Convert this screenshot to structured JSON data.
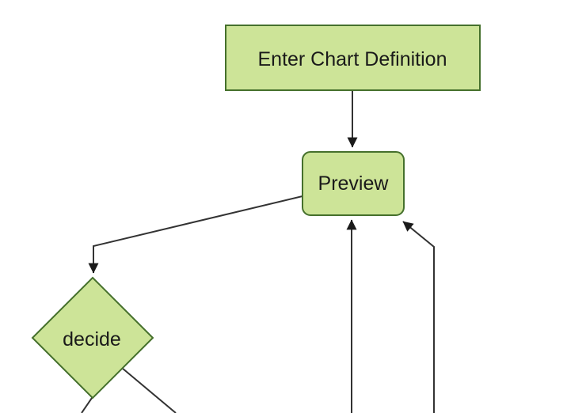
{
  "diagram": {
    "type": "flowchart",
    "direction": "top-down",
    "nodes": [
      {
        "id": "A",
        "label": "Enter Chart Definition",
        "shape": "rectangle"
      },
      {
        "id": "B",
        "label": "Preview",
        "shape": "rounded-rectangle"
      },
      {
        "id": "C",
        "label": "decide",
        "shape": "diamond"
      }
    ],
    "edges": [
      {
        "from": "A",
        "to": "B",
        "arrow": true
      },
      {
        "from": "B",
        "to": "C",
        "arrow": true
      },
      {
        "from": "offscreen-bottom-center",
        "to": "B",
        "arrow": true
      },
      {
        "from": "offscreen-bottom-right",
        "to": "B",
        "arrow": true
      },
      {
        "from": "C",
        "to": "offscreen-bottom-left",
        "arrow": false
      },
      {
        "from": "C",
        "to": "offscreen-bottom-mid",
        "arrow": false
      }
    ]
  },
  "colors": {
    "node_fill": "#cde498",
    "node_border": "#45702c",
    "edge_line": "#333333",
    "arrowhead": "#1a1a1a",
    "text": "#1a1a1a",
    "background": "#ffffff"
  }
}
